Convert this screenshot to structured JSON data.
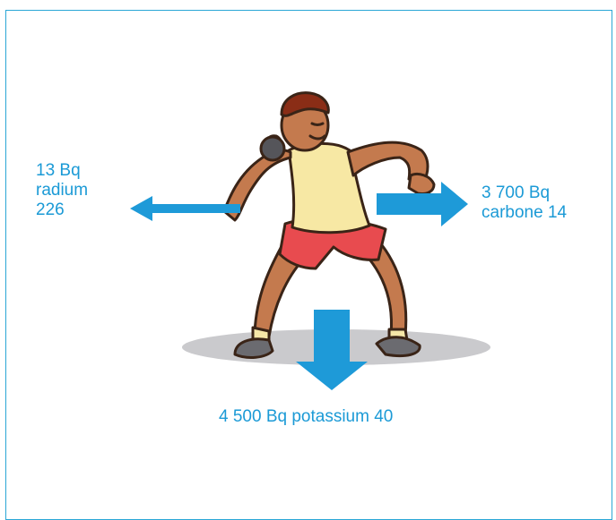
{
  "labels": {
    "left": [
      "13 Bq",
      "radium",
      "226"
    ],
    "right": [
      "3 700 Bq",
      "carbone 14"
    ],
    "bottom": "4 500 Bq potassium 40"
  },
  "colors": {
    "frame": "#2aa7d6",
    "text": "#1b9ad6",
    "arrow": "#1e9ad8",
    "shadow": "#c9c9cc"
  },
  "illustration": "athlete-shot-put"
}
